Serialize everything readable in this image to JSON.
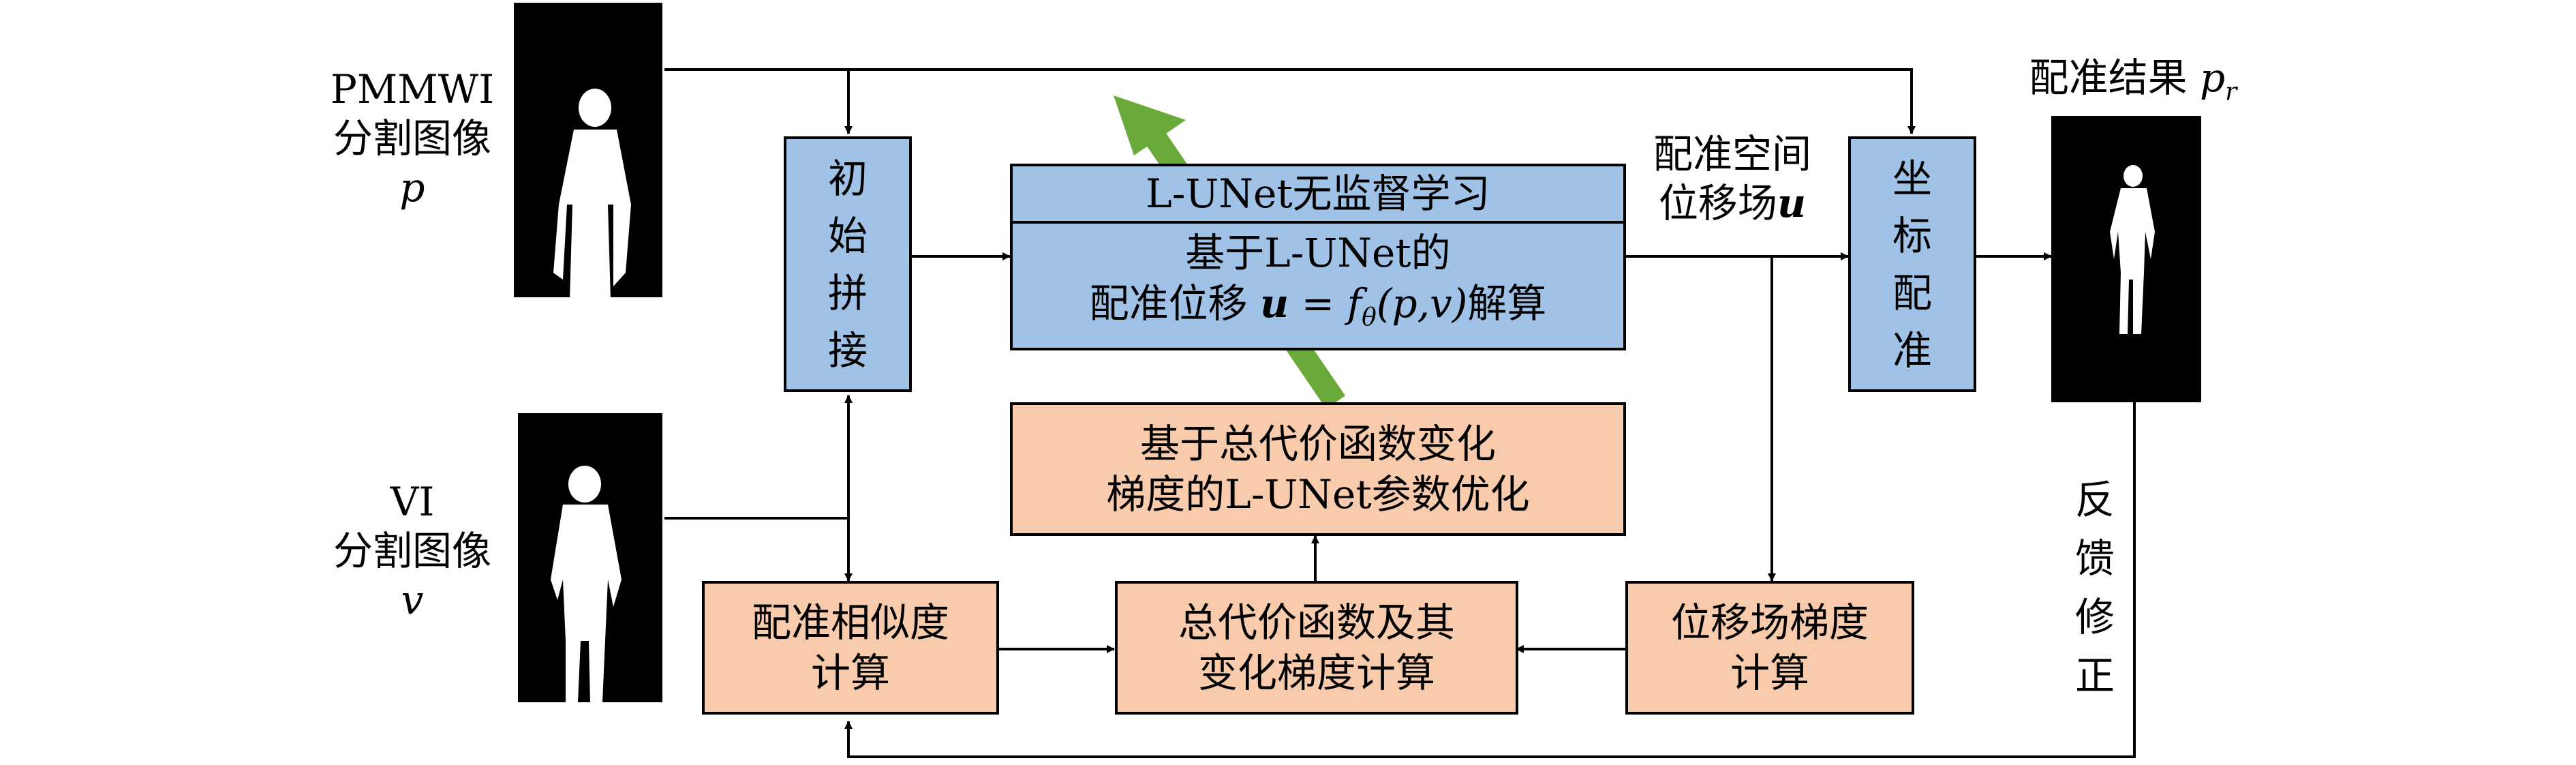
{
  "inputs": {
    "pmmwi": {
      "line1": "PMMWI",
      "line2": "分割图像",
      "var": "p"
    },
    "vi": {
      "line1": "VI",
      "line2": "分割图像",
      "var": "v"
    }
  },
  "boxes": {
    "init": {
      "chars": [
        "初",
        "始",
        "拼",
        "接"
      ]
    },
    "lunet_header": "L-UNet无监督学习",
    "lunet_body": {
      "line1": "基于L-UNet的",
      "line2_prefix": "配准位移 ",
      "formula_u": "u",
      "formula_eq": " = ",
      "formula_f": "f",
      "formula_sub": "θ",
      "formula_args": "(p,v)",
      "line2_suffix": "解算"
    },
    "optimize": {
      "line1": "基于总代价函数变化",
      "line2": "梯度的L-UNet参数优化"
    },
    "similarity": {
      "line1": "配准相似度",
      "line2": "计算"
    },
    "totalcost": {
      "line1": "总代价函数及其",
      "line2": "变化梯度计算"
    },
    "dispgrad": {
      "line1": "位移场梯度",
      "line2": "计算"
    },
    "coord": {
      "chars": [
        "坐",
        "标",
        "配",
        "准"
      ]
    }
  },
  "labels": {
    "field": {
      "line1": "配准空间",
      "line2_prefix": "位移场",
      "var": "u"
    },
    "result": {
      "prefix": "配准结果 ",
      "var": "p",
      "sub": "r"
    },
    "feedback": {
      "chars": [
        "反",
        "馈",
        "修",
        "正"
      ]
    }
  },
  "colors": {
    "blue": "#9fc2e6",
    "orange": "#f8cbad",
    "green_arrow": "#6aaa3a"
  }
}
